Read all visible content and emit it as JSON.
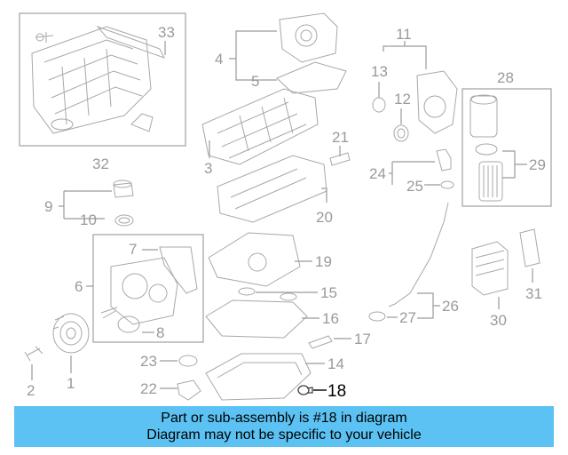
{
  "diagram": {
    "callouts": {
      "c1": "1",
      "c2": "2",
      "c3": "3",
      "c4": "4",
      "c5": "5",
      "c6": "6",
      "c7": "7",
      "c8": "8",
      "c9": "9",
      "c10": "10",
      "c11": "11",
      "c12": "12",
      "c13": "13",
      "c14": "14",
      "c15": "15",
      "c16": "16",
      "c17": "17",
      "c18": "18",
      "c19": "19",
      "c20": "20",
      "c21": "21",
      "c22": "22",
      "c23": "23",
      "c24": "24",
      "c25": "25",
      "c26": "26",
      "c27": "27",
      "c28": "28",
      "c29": "29",
      "c30": "30",
      "c31": "31",
      "c32": "32",
      "c33": "33"
    },
    "highlighted_part": "18"
  },
  "banner": {
    "line1": "Part or sub-assembly is #18 in diagram",
    "line2": "Diagram may not be specific to your vehicle",
    "color": "#5bc2f3"
  }
}
